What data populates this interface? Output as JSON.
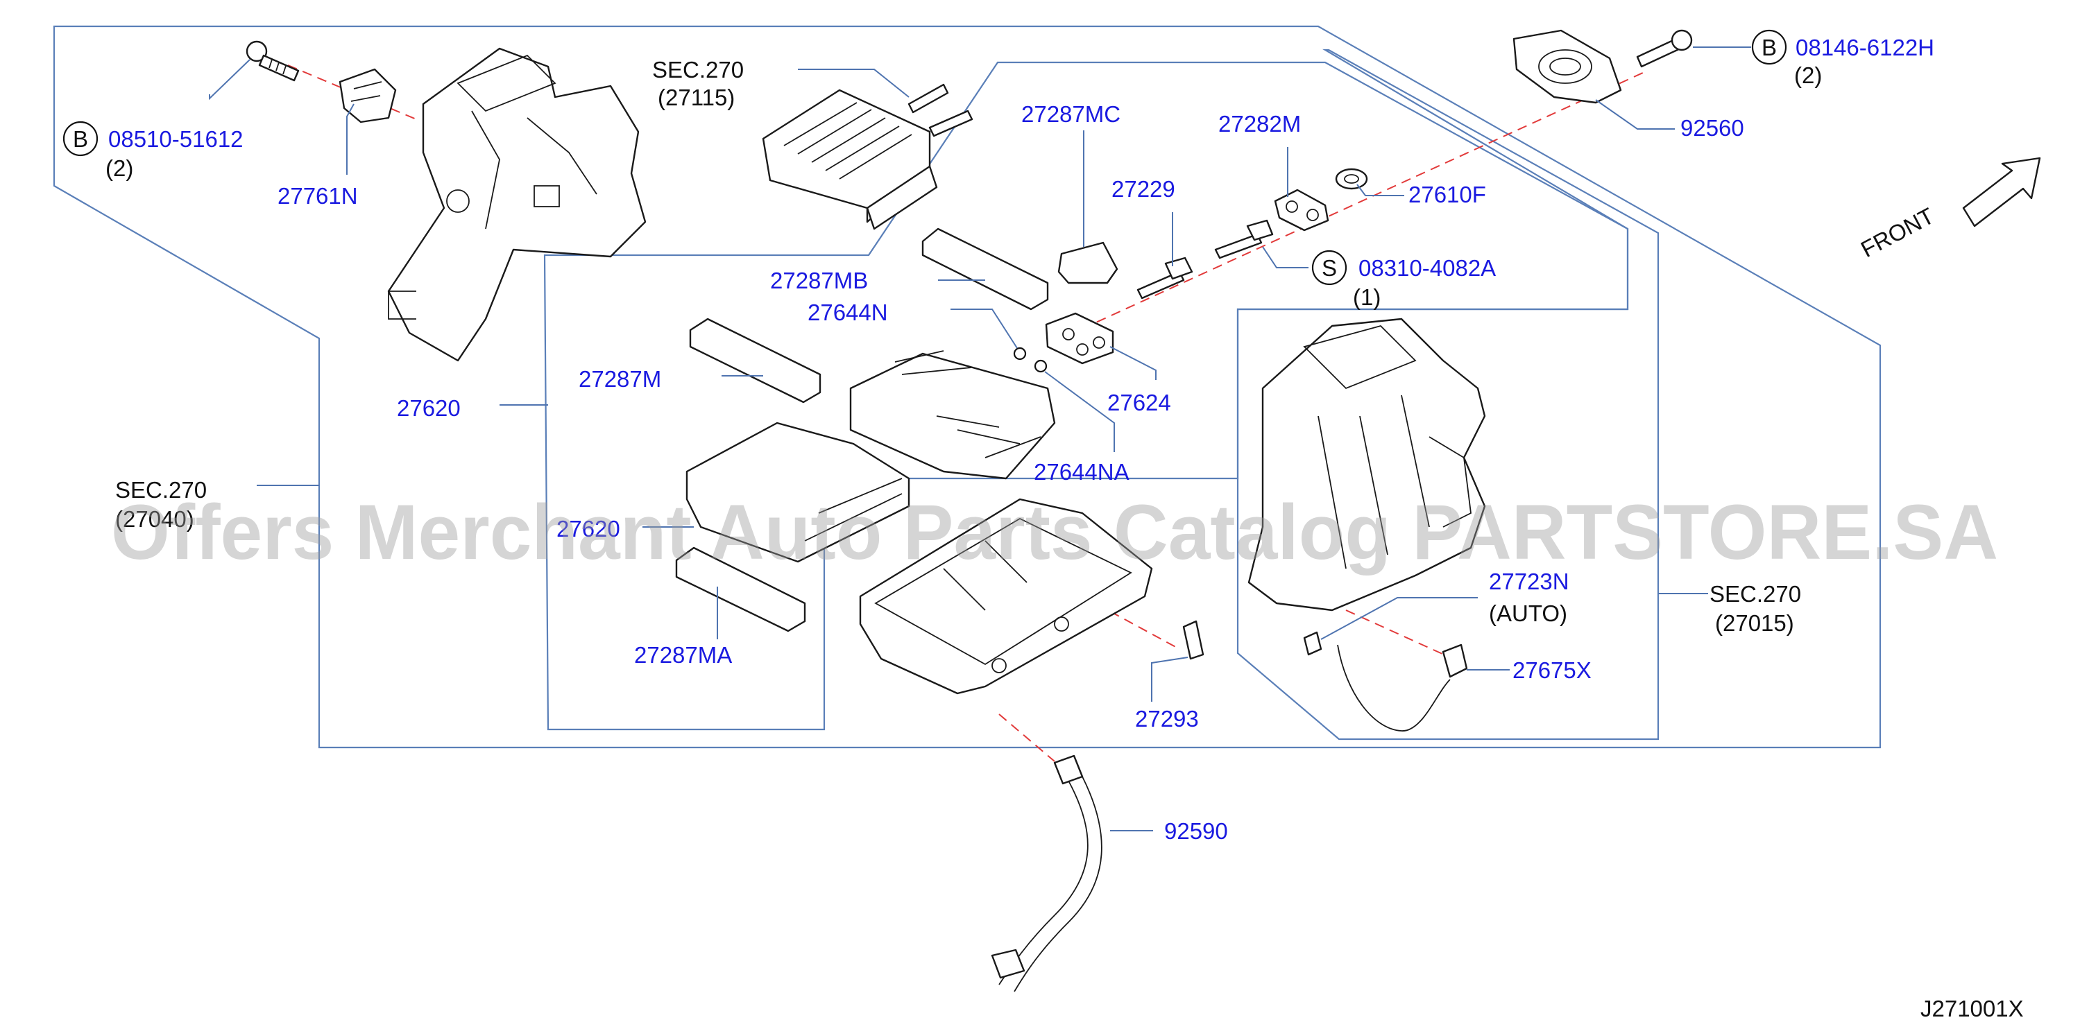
{
  "watermark": "Offers Merchant Auto Parts Catalog PARTSTORE.SA",
  "diagram_code": "J271001X",
  "front_label": "FRONT",
  "labels": {
    "p27761N": "27761N",
    "b08510": "08510-51612",
    "b08510_qty": "(2)",
    "sec270_27115": "SEC.270",
    "sec270_27115_sub": "(27115)",
    "p27287MC": "27287MC",
    "p27229": "27229",
    "p27282M": "27282M",
    "p27610F": "27610F",
    "b08146": "08146-6122H",
    "b08146_qty": "(2)",
    "p92560": "92560",
    "s08310": "08310-4082A",
    "s08310_qty": "(1)",
    "p27287MB": "27287MB",
    "p27644N": "27644N",
    "p27624": "27624",
    "p27287M": "27287M",
    "p27620": "27620",
    "p27644NA": "27644NA",
    "sec270_left": "SEC.270",
    "sec270_left_sub": "(27040)",
    "p27620_inner": "27620",
    "p27723N": "27723N",
    "p27723N_sub": "(AUTO)",
    "sec270_right": "SEC.270",
    "sec270_right_sub": "(27015)",
    "p27675X": "27675X",
    "p27287MA": "27287MA",
    "p27293": "27293",
    "p92590": "92590"
  },
  "circle_tags": {
    "b_left": "B",
    "b_right": "B",
    "s_screw": "S"
  }
}
